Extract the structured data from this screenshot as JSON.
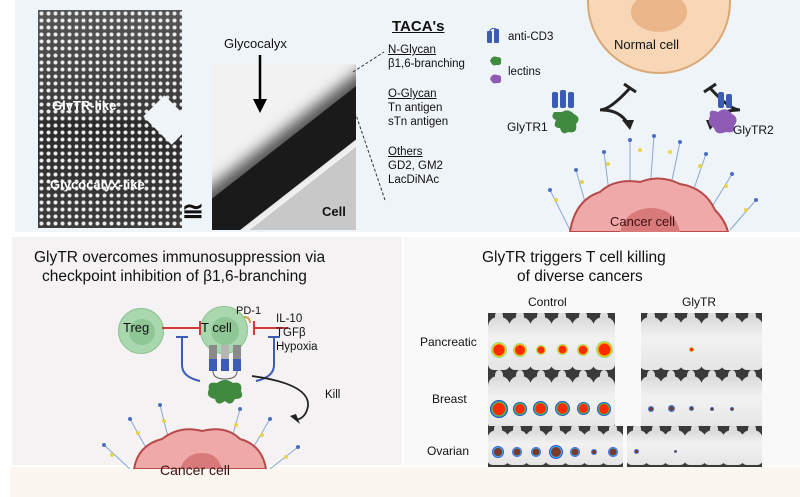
{
  "top": {
    "em_left": {
      "label_top": "GlyTR-like",
      "label_bottom": "Glycocalyx-like"
    },
    "approx_symbol": "≅",
    "em_right": {
      "arrow_label": "Glycocalyx",
      "cell_label": "Cell"
    },
    "taca": {
      "title": "TACA's",
      "groups": [
        {
          "heading": "N-Glycan",
          "items": [
            "β1,6-branching"
          ]
        },
        {
          "heading": "O-Glycan",
          "items": [
            "Tn antigen",
            "sTn antigen"
          ]
        },
        {
          "heading": "Others",
          "items": [
            "GD2, GM2",
            "LacDiNAc"
          ]
        }
      ]
    },
    "legend": {
      "anti_cd3": "anti-CD3",
      "lectins": "lectins"
    },
    "schematic": {
      "normal_cell": "Normal cell",
      "glytr1": "GlyTR1",
      "glytr2": "GlyTR2",
      "cancer_cell": "Cancer cell"
    },
    "colors": {
      "anti_cd3": "#3b5bb5",
      "lectin1": "#3f8a3f",
      "lectin2": "#8e5bb5",
      "normal_cell": "#f7d7b5",
      "cancer_cell": "#f0a9a9"
    }
  },
  "bottom_left": {
    "title_line1": "GlyTR overcomes immunosuppression via",
    "title_line2": "checkpoint inhibition of β1,6-branching",
    "treg": "Treg",
    "tcell": "T cell",
    "pd1": "PD-1",
    "suppressors": [
      "IL-10",
      "TGFβ",
      "Hypoxia"
    ],
    "kill": "Kill",
    "cancer_cell": "Cancer cell"
  },
  "bottom_right": {
    "title_line1": "GlyTR triggers T cell killing",
    "title_line2": "of diverse cancers",
    "columns": [
      "Control",
      "GlyTR"
    ],
    "rows": [
      "Pancreatic",
      "Breast",
      "Ovarian"
    ]
  }
}
